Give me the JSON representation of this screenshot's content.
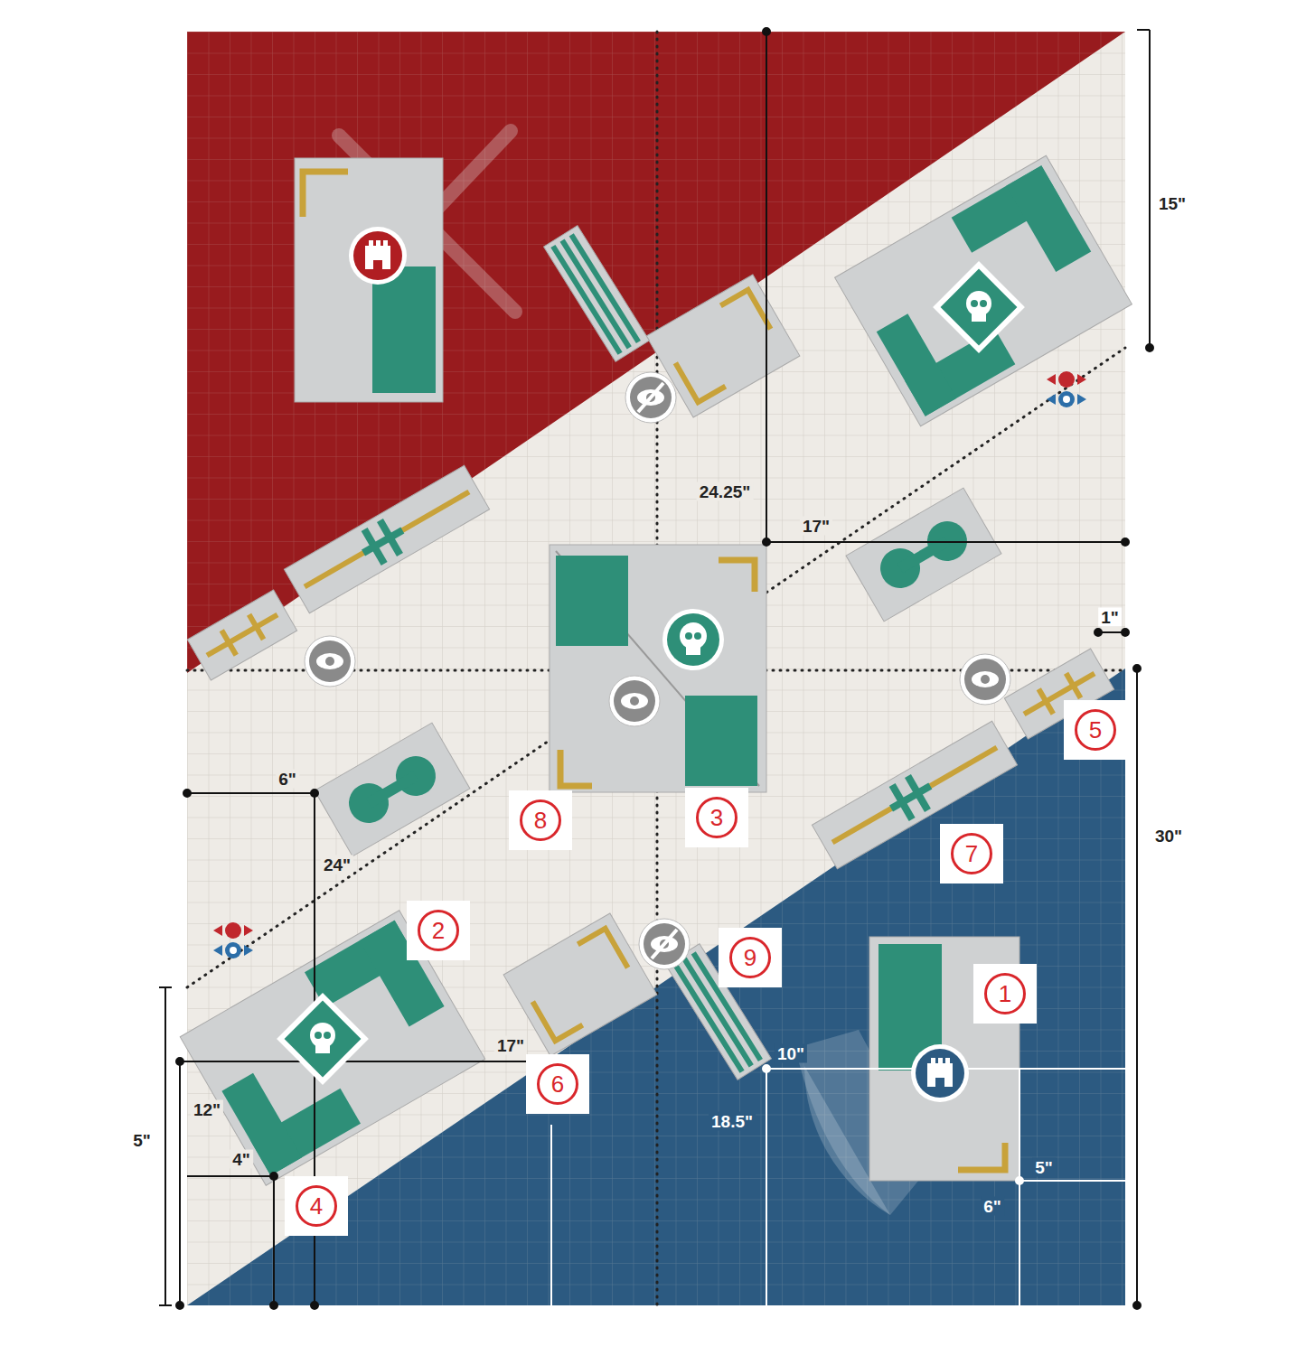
{
  "diagram": {
    "labels": [
      "15\"",
      "24.25\"",
      "17\"",
      "1\"",
      "5",
      "6\"",
      "8",
      "3",
      "24\"",
      "7",
      "30\"",
      "2",
      "9",
      "1",
      "17\"",
      "6",
      "10\"",
      "12\"",
      "5\"",
      "18.5\"",
      "5\"",
      "4\"",
      "6\"",
      "4"
    ]
  }
}
